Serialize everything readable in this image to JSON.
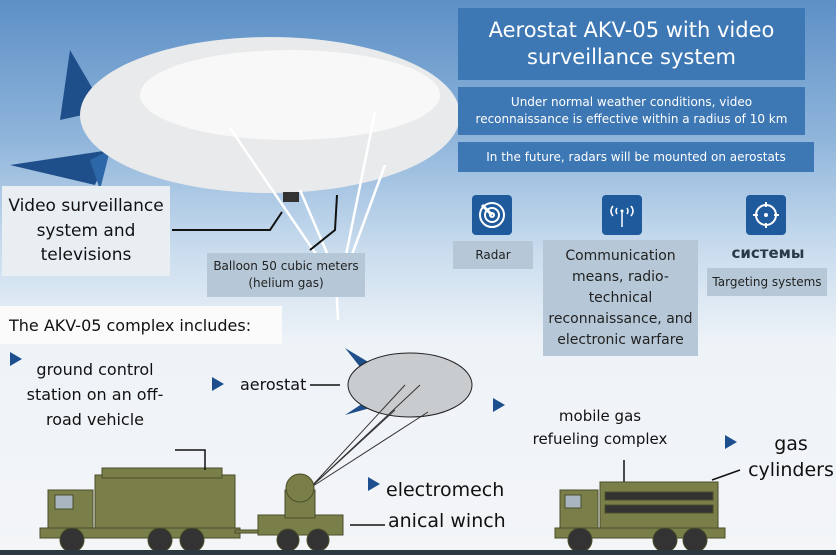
{
  "title": "Aerostat AKV-05 with video surveillance system",
  "notes": [
    "Under normal weather conditions, video reconnaissance is effective within a radius of 10 km",
    "In the future, radars will be mounted on aerostats"
  ],
  "capabilities": [
    {
      "icon": "radar-icon",
      "label": "Radar"
    },
    {
      "icon": "antenna-icon",
      "label": "Communication means, radio-technical reconnaissance, and electronic warfare"
    },
    {
      "icon": "target-icon",
      "heading": "системы",
      "label": "Targeting systems"
    }
  ],
  "callouts": {
    "video": "Video surveillance system and televisions",
    "balloon": "Balloon 50 cubic meters (helium gas)"
  },
  "complex": {
    "heading": "The AKV-05 complex includes:",
    "items": [
      "ground control station on an off-road vehicle",
      "aerostat",
      "electromechanical winch",
      "mobile gas refueling complex",
      "gas cylinders"
    ],
    "winch_lines": [
      "electromech",
      "anical winch"
    ]
  },
  "colors": {
    "accent": "#1d4f8f",
    "box": "#3d77b4",
    "label_box": "#b6c8d7",
    "vehicle": "#7a7f4a"
  }
}
